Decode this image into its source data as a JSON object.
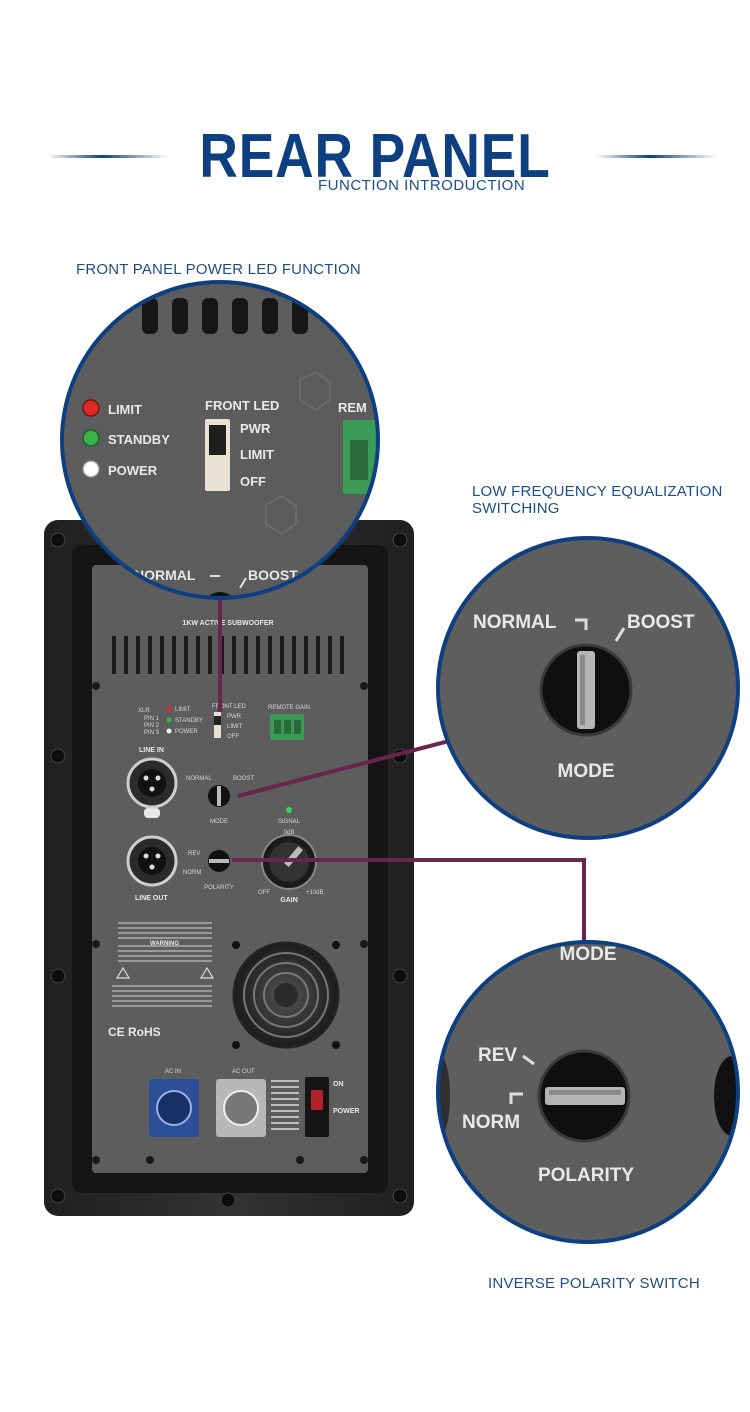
{
  "header": {
    "title": "REAR PANEL",
    "subtitle": "FUNCTION INTRODUCTION"
  },
  "captions": {
    "front_led": "FRONT PANEL POWER LED FUNCTION",
    "low_freq": "LOW FREQUENCY EQUALIZATION SWITCHING",
    "polarity": "INVERSE POLARITY SWITCH"
  },
  "zoom_led": {
    "indicators": [
      {
        "label": "LIMIT",
        "color": "#e02a26"
      },
      {
        "label": "STANDBY",
        "color": "#39b24a"
      },
      {
        "label": "POWER",
        "color": "#ffffff"
      }
    ],
    "switch_title": "FRONT LED",
    "switch_options": [
      "PWR",
      "LIMIT",
      "OFF"
    ],
    "partial_label": "REM",
    "mode_normal": "NORMAL",
    "mode_boost": "BOOST"
  },
  "zoom_mode": {
    "normal": "NORMAL",
    "boost": "BOOST",
    "title": "MODE"
  },
  "zoom_polarity": {
    "top": "MODE",
    "rev": "REV",
    "norm": "NORM",
    "title": "POLARITY"
  },
  "panel": {
    "model": "1KW ACTIVE SUBWOOFER",
    "remote_gain": "REMOTE GAIN",
    "line_in": "LINE IN",
    "line_out": "LINE OUT",
    "mode": "MODE",
    "normal": "NORMAL",
    "boost": "BOOST",
    "rev": "REV",
    "norm": "NORM",
    "polarity": "POLARITY",
    "signal": "SIGNAL",
    "gain": "GAIN",
    "gain_mid": "0dB",
    "gain_min": "OFF",
    "gain_max": "+10dB",
    "ac_in": "AC IN",
    "ac_out": "AC OUT",
    "on": "ON",
    "power": "POWER",
    "xlr": [
      "XLR",
      "PIN 1",
      "PIN 2",
      "PIN 3"
    ],
    "led_labels": [
      "LIMIT",
      "STANDBY",
      "POWER"
    ],
    "front_led": "FRONT LED",
    "front_led_options": [
      "PWR",
      "LIMIT",
      "OFF"
    ],
    "warning": "WARNING",
    "cert": "CE RoHS"
  },
  "colors": {
    "brand_blue": "#0e3f80",
    "callout_line": "#6a2450",
    "panel": "#5f5f5f",
    "enclosure": "#2a2a2a"
  }
}
